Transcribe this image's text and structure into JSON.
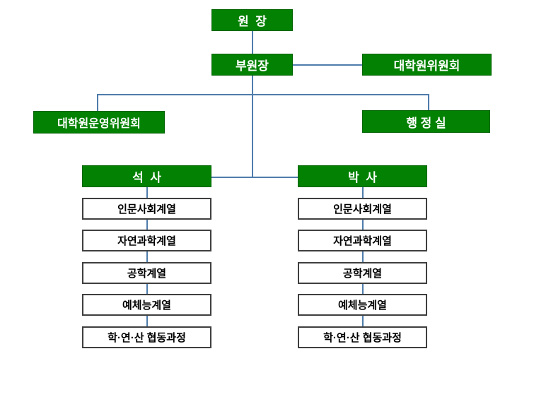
{
  "org_chart": {
    "colors": {
      "green_fill": "#028102",
      "green_border": "#046404",
      "line_color": "#4f7cab",
      "leaf_border": "#3f3f3f",
      "leaf_fill": "#ffffff",
      "node_text": "#ffffff",
      "leaf_text": "#000000",
      "canvas_bg": "#ffffff"
    },
    "director": {
      "label": "원  장"
    },
    "vice_director": {
      "label": "부원장"
    },
    "graduate_committee": {
      "label": "대학원위원회"
    },
    "operating_committee": {
      "label": "대학원운영위원회"
    },
    "admin_office": {
      "label": "행 정 실"
    },
    "tracks": [
      {
        "label": "석  사",
        "departments": [
          "인문사회계열",
          "자연과학계열",
          "공학계열",
          "예체능계열",
          "학·연·산 협동과정"
        ]
      },
      {
        "label": "박  사",
        "departments": [
          "인문사회계열",
          "자연과학계열",
          "공학계열",
          "예체능계열",
          "학·연·산 협동과정"
        ]
      }
    ]
  }
}
